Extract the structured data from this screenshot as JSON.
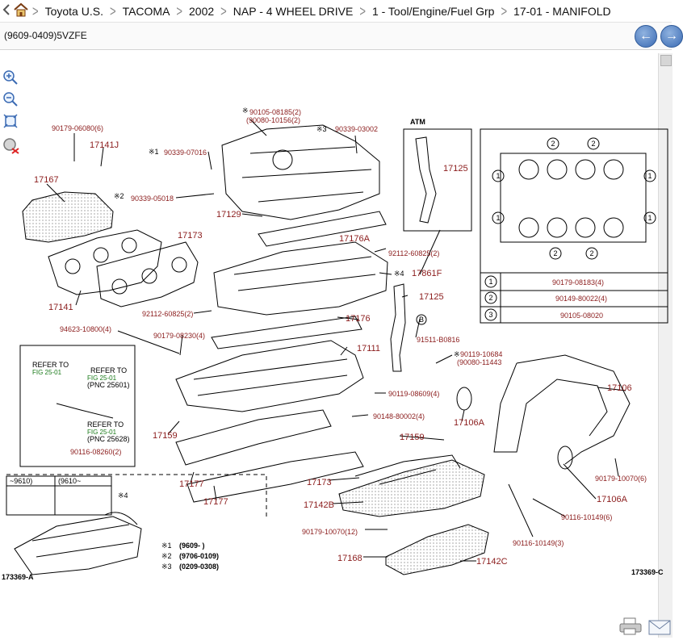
{
  "breadcrumb": {
    "items": [
      "Toyota U.S.",
      "TACOMA",
      "2002",
      "NAP - 4 WHEEL DRIVE",
      "1 - Tool/Engine/Fuel Grp",
      "17-01 - MANIFOLD"
    ]
  },
  "subheader": {
    "model_code": "(9609-0409)5VZFE"
  },
  "toolbar": {
    "icons": [
      "zoom-in-icon",
      "zoom-out-icon",
      "fit-page-icon",
      "clear-zoom-icon"
    ]
  },
  "diagram": {
    "atm_label": "ATM",
    "parts": {
      "p90179_06080": "90179-06080(6)",
      "p17141J": "17141J",
      "p17167": "17167",
      "p90105_08185": "90105-08185(2)",
      "p90080_10156": "(90080-10156(2)",
      "p90339_03002": "90339-03002",
      "p90339_07016": "90339-07016",
      "p90339_05018": "90339-05018",
      "p17129": "17129",
      "p17173_a": "17173",
      "p17176A": "17176A",
      "p92112_60825_a": "92112-60825(2)",
      "p17861F": "17861F",
      "p17141": "17141",
      "p92112_60825_b": "92112-60825(2)",
      "p17125_a": "17125",
      "p17125_b": "17125",
      "p94623": "94623-10800(4)",
      "p90179_08230": "90179-08230(4)",
      "p17176": "17176",
      "p91511": "91511-B0816",
      "p17111": "17111",
      "p90119_10684": "90119-10684",
      "p90080_11443": "(90080-11443",
      "p17106": "17106",
      "p90119_08609": "90119-08609(4)",
      "p90148": "90148-80002(4)",
      "p17106A_a": "17106A",
      "p17159_a": "17159",
      "p90116_08260": "90116-08260(2)",
      "p17159_b": "17159",
      "p17177_a": "17177",
      "p17177_b": "17177",
      "p17173_b": "17173",
      "p17142B": "17142B",
      "p90179_10070_a": "90179-10070(6)",
      "p17106A_b": "17106A",
      "p90116_10149_a": "90116-10149(6)",
      "p90179_10070_b": "90179-10070(12)",
      "p90116_10149_b": "90116-10149(3)",
      "p17168": "17168",
      "p17142C": "17142C",
      "legend_1": "90179-08183(4)",
      "legend_2": "90149-80022(4)",
      "legend_3": "90105-08020"
    },
    "refer": {
      "refer_to_a": "REFER TO",
      "fig_a": "FIG 25-01",
      "refer_to_b": "REFER TO",
      "fig_b": "FIG 25-01",
      "pnc_b": "(PNC 25601)",
      "refer_to_c": "REFER TO",
      "fig_c": "FIG 25-01",
      "pnc_c": "(PNC 25628)"
    },
    "inset": {
      "col_a": "~9610)",
      "col_b": "(9610~",
      "note": "※4"
    },
    "notes": {
      "n1_mark": "※1",
      "n1_text": "(9609-      )",
      "n2_mark": "※2",
      "n2_text": "(9706-0109)",
      "n3_mark": "※3",
      "n3_text": "(0209-0308)",
      "m1": "※1",
      "m2": "※2",
      "m3": "※3",
      "m4": "※4",
      "m4b": "※4",
      "m_star": "※"
    },
    "codes": {
      "left": "173369-A",
      "right": "173369-C"
    }
  }
}
